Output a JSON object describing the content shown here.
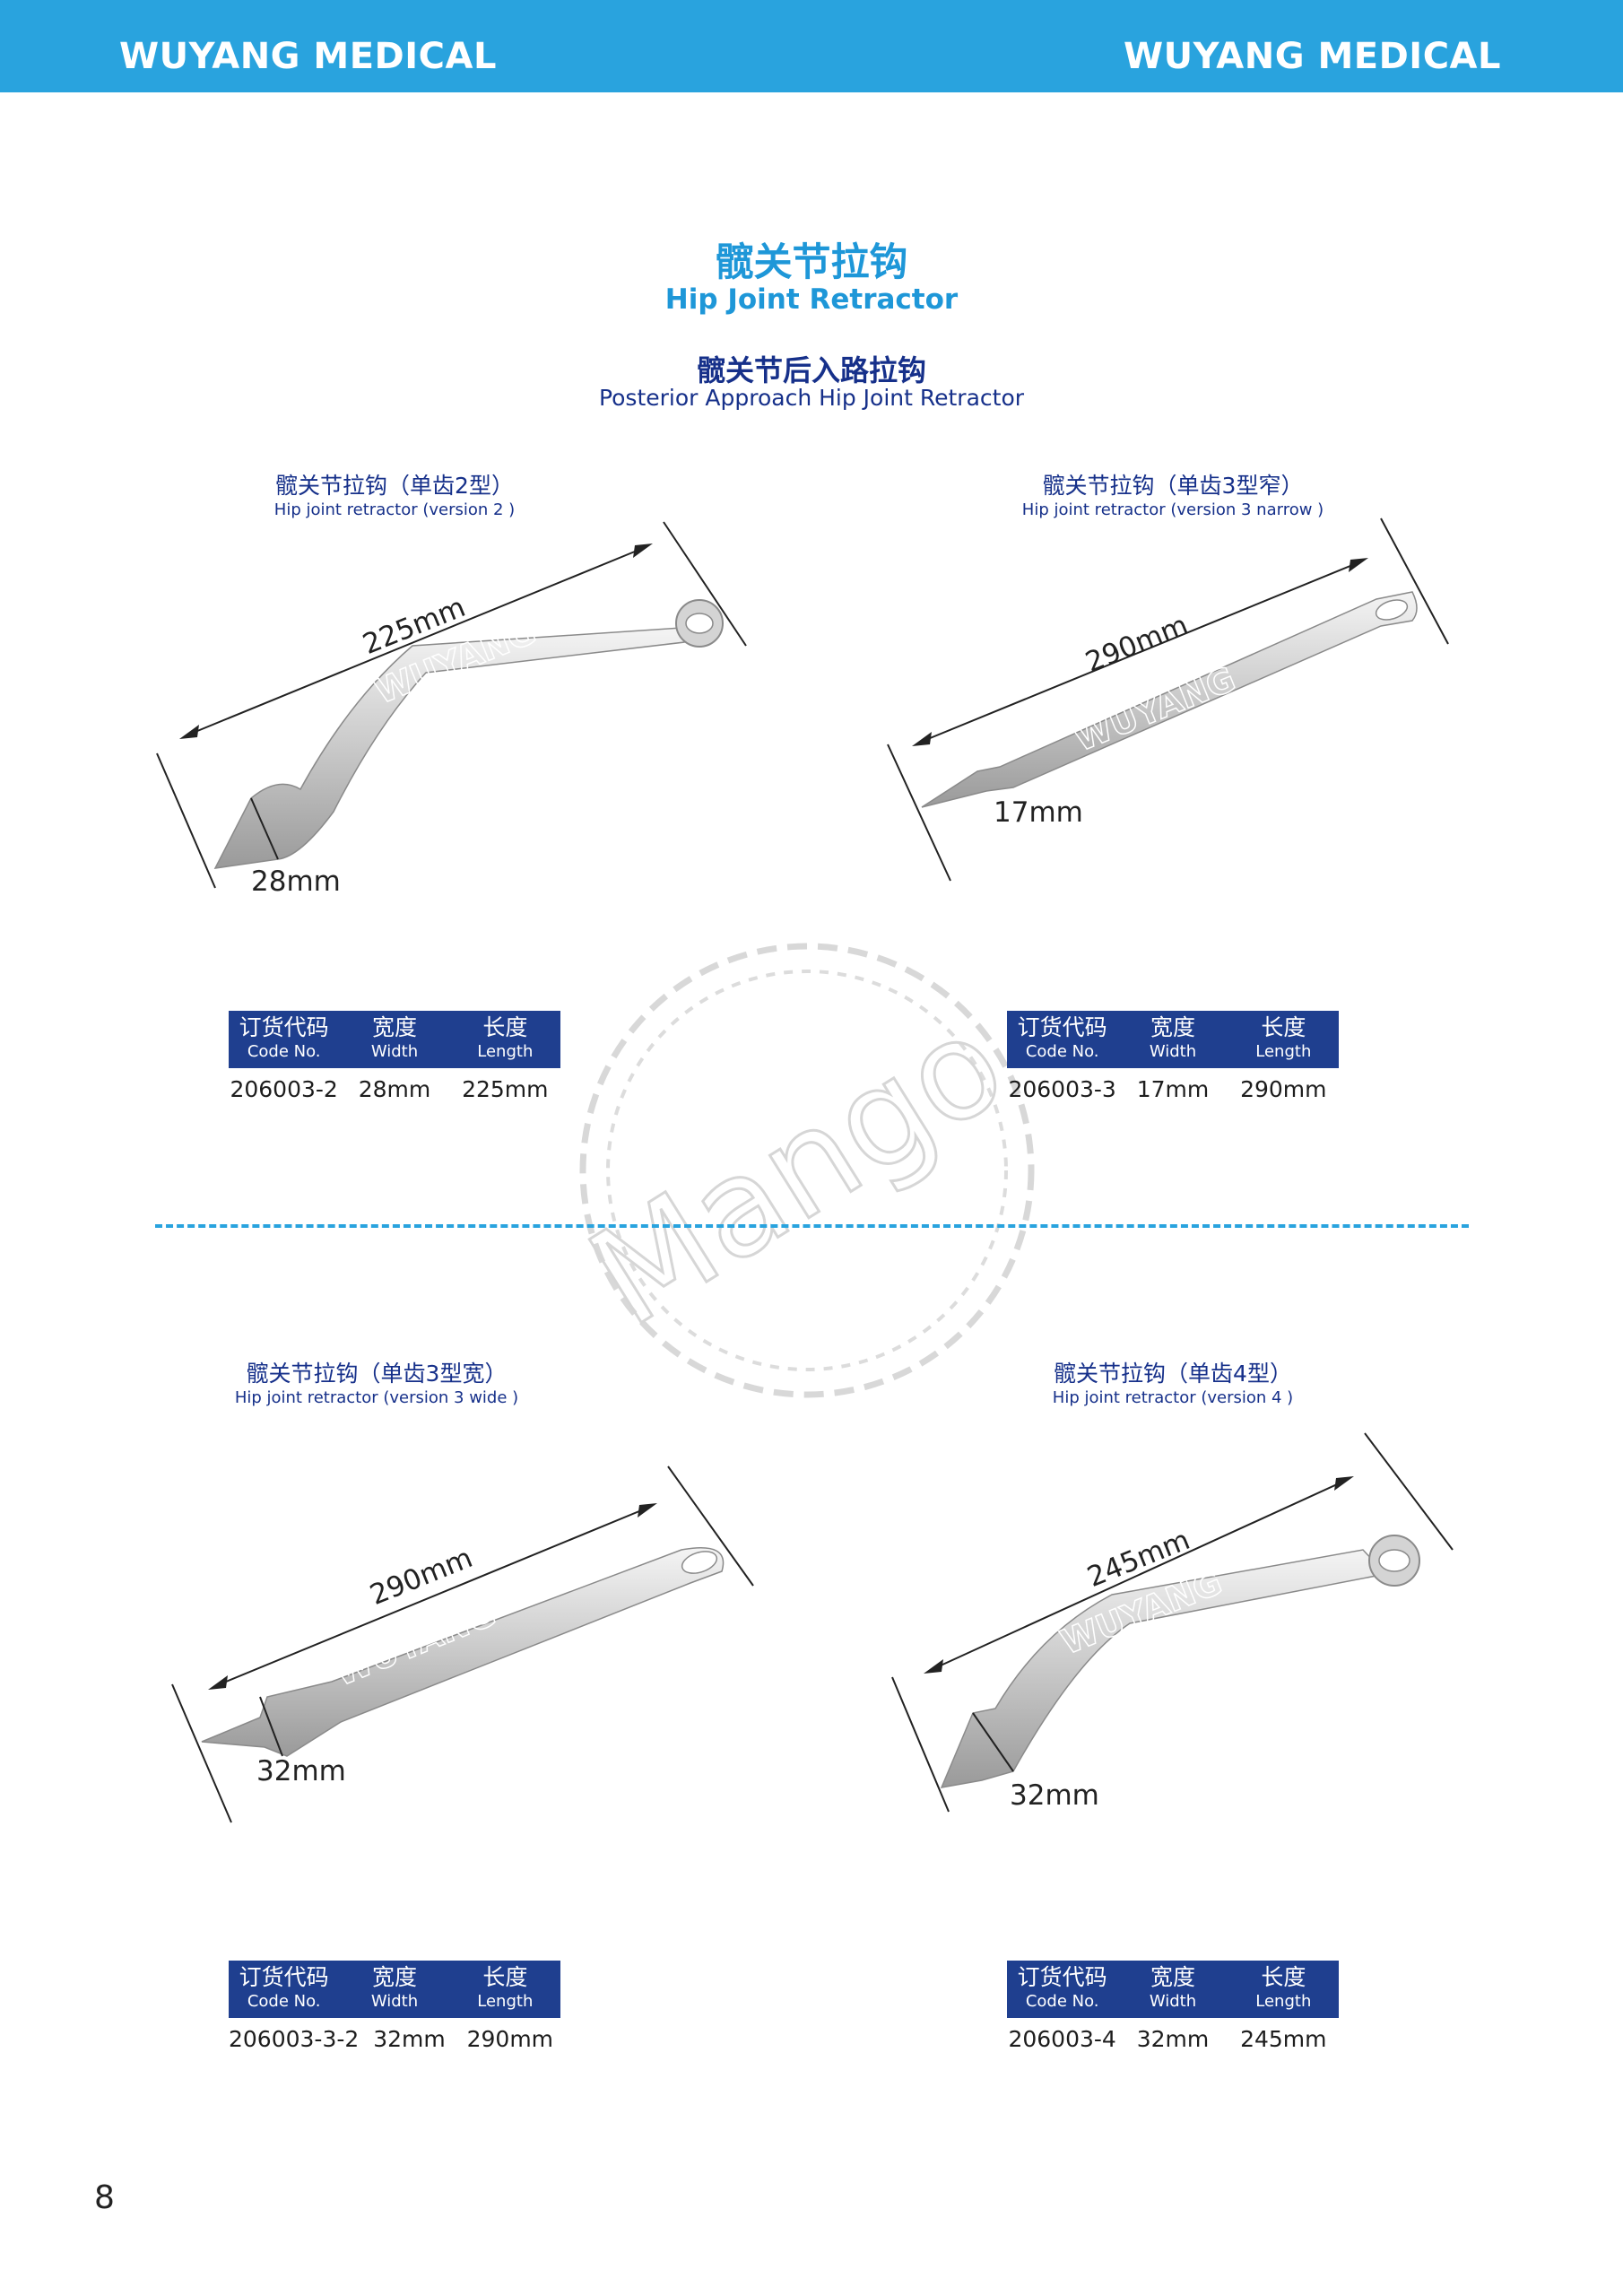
{
  "header": {
    "brand_left": "WUYANG MEDICAL",
    "brand_right": "WUYANG MEDICAL",
    "color": "#29a3de"
  },
  "title": {
    "cn": "髋关节拉钩",
    "en": "Hip Joint Retractor",
    "sub_cn": "髋关节后入路拉钩",
    "sub_en": "Posterior Approach Hip Joint Retractor"
  },
  "table_headers": {
    "code_cn": "订货代码",
    "code_en": "Code No.",
    "width_cn": "宽度",
    "width_en": "Width",
    "length_cn": "长度",
    "length_en": "Length"
  },
  "products": [
    {
      "name_cn": "髋关节拉钩（单齿2型）",
      "name_en": "Hip joint retractor (version 2 )",
      "code": "206003-2",
      "width": "28mm",
      "length": "225mm",
      "etching": "WUYANG"
    },
    {
      "name_cn": "髋关节拉钩（单齿3型窄）",
      "name_en": "Hip joint retractor (version 3 narrow )",
      "code": "206003-3",
      "width": "17mm",
      "length": "290mm",
      "etching": "WUYANG"
    },
    {
      "name_cn": "髋关节拉钩（单齿3型宽）",
      "name_en": "Hip joint retractor (version 3 wide )",
      "code": "206003-3-2",
      "width": "32mm",
      "length": "290mm",
      "etching": "WUYANG"
    },
    {
      "name_cn": "髋关节拉钩（单齿4型）",
      "name_en": "Hip joint retractor (version 4 )",
      "code": "206003-4",
      "width": "32mm",
      "length": "245mm",
      "etching": "WUYANG"
    }
  ],
  "watermark": "Mango",
  "page_number": "8",
  "colors": {
    "accent_blue": "#1e97d8",
    "navy": "#16308a",
    "table_header": "#1f3f8f"
  }
}
